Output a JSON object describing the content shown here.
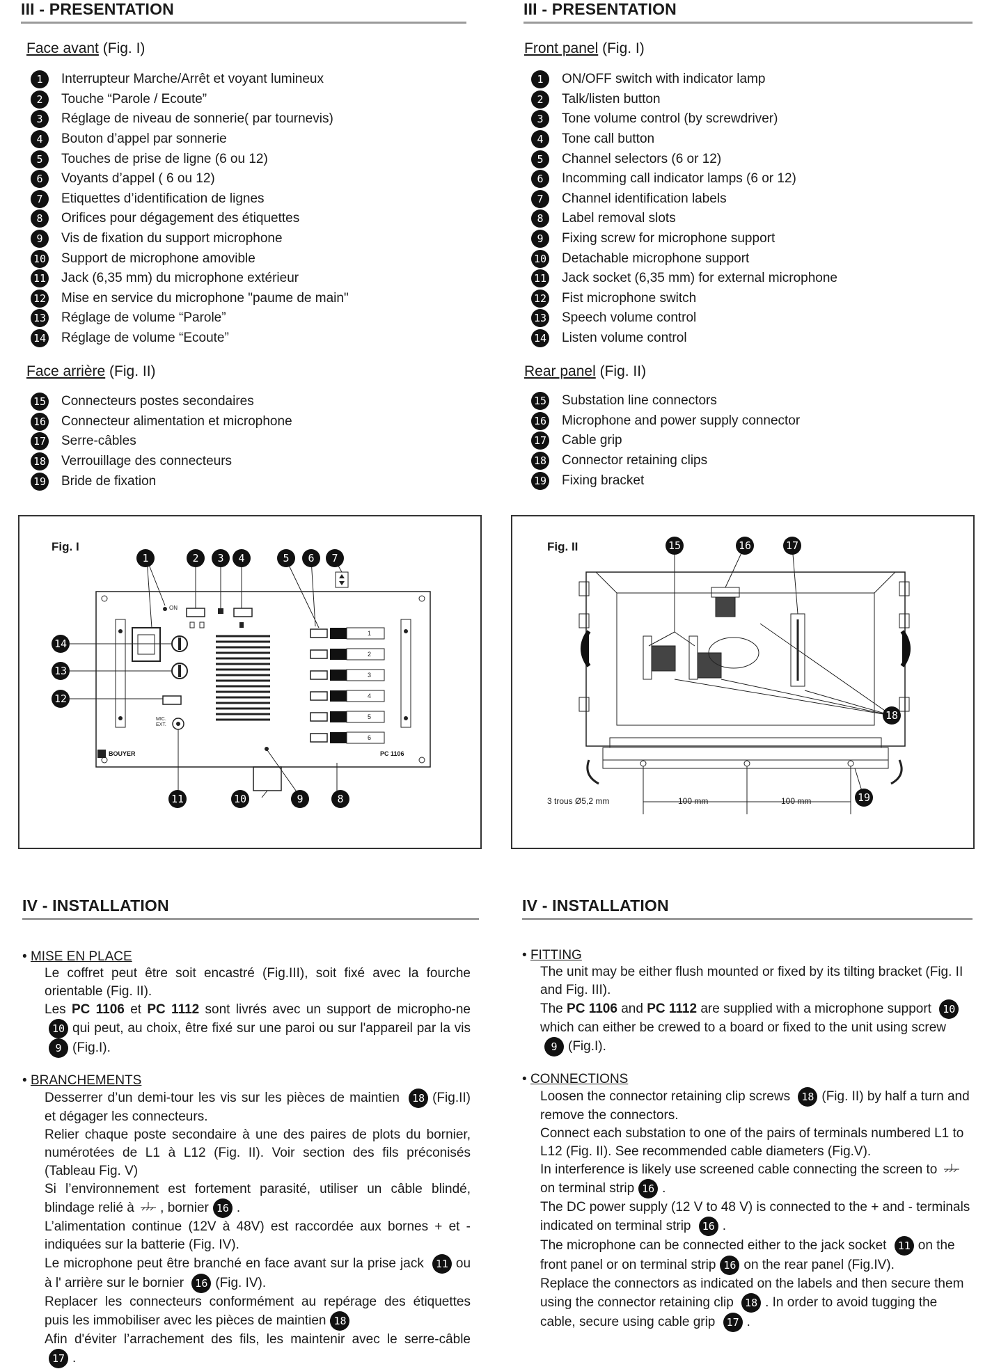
{
  "presentation": {
    "title_fr": "III - PRESENTATION",
    "title_en": "III - PRESENTATION",
    "front_fr": {
      "heading": "Face avant",
      "suffix": "(Fig. I)"
    },
    "front_en": {
      "heading": "Front panel",
      "suffix": "(Fig. I)"
    },
    "rear_fr": {
      "heading": "Face arrière",
      "suffix": "(Fig. II)"
    },
    "rear_en": {
      "heading": "Rear panel",
      "suffix": "(Fig. II)"
    },
    "front_items_fr": [
      "Interrupteur Marche/Arrêt et voyant lumineux",
      "Touche “Parole / Ecoute”",
      "Réglage de niveau de sonnerie( par tournevis)",
      "Bouton d’appel par sonnerie",
      "Touches de prise de ligne (6 ou 12)",
      " Voyants d’appel ( 6 ou 12)",
      "Etiquettes d’identification de lignes",
      "Orifices pour dégagement des étiquettes",
      "Vis de fixation du support microphone",
      "Support de microphone amovible",
      "Jack (6,35 mm) du microphone extérieur",
      "Mise en service du microphone  \"paume de main\"",
      "Réglage de volume “Parole”",
      "Réglage de volume “Ecoute”"
    ],
    "front_items_en": [
      "ON/OFF switch with indicator lamp",
      "Talk/listen button",
      "Tone volume control (by screwdriver)",
      "Tone call button",
      "Channel selectors (6 or 12)",
      "Incomming call indicator lamps (6 or 12)",
      "Channel identification labels",
      "Label removal slots",
      "Fixing screw for microphone support",
      "Detachable microphone support",
      "Jack socket (6,35 mm) for external microphone",
      "Fist microphone switch",
      "Speech volume control",
      "Listen volume control"
    ],
    "rear_items_fr": [
      "Connecteurs  postes secondaires",
      "Connecteur alimentation et microphone",
      "Serre-câbles",
      "Verrouillage des connecteurs",
      "Bride de fixation"
    ],
    "rear_items_en": [
      "Substation line connectors",
      "Microphone and power supply connector",
      "Cable grip",
      "Connector retaining clips",
      "Fixing bracket"
    ]
  },
  "figures": {
    "fig1": {
      "label": "Fig. I",
      "callouts": [
        "1",
        "2",
        "3",
        "4",
        "5",
        "6",
        "7",
        "8",
        "9",
        "10",
        "11",
        "12",
        "13",
        "14"
      ],
      "on_label": "ON",
      "line_numbers": [
        "1",
        "2",
        "3",
        "4",
        "5",
        "6"
      ],
      "mic_label_1": "MIC.",
      "mic_label_2": "EXT.",
      "brand": "BOUYER",
      "model": "PC 1106"
    },
    "fig2": {
      "label": "Fig. II",
      "callouts": [
        "15",
        "16",
        "17",
        "18",
        "19"
      ],
      "holes_label": "3 trous Ø5,2 mm",
      "dim1": "100 mm",
      "dim2": "100 mm"
    }
  },
  "installation": {
    "title_fr": "IV - INSTALLATION",
    "title_en": "IV - INSTALLATION",
    "fr": {
      "mise_title": "MISE EN PLACE",
      "mise_p1": "Le coffret peut être soit encastré (Fig.III), soit fixé avec la fourche orientable (Fig. II).",
      "mise_p2a": "Les",
      "mise_p2b": "PC 1106",
      "mise_p2c": "et",
      "mise_p2d": "PC 1112",
      "mise_p2e": "sont livrés avec un support de micropho-ne",
      "mise_n10": "10",
      "mise_p2f": "qui peut, au choix, être fixé sur une paroi ou sur l'appareil par la vis",
      "mise_n9": "9",
      "mise_p2g": "(Fig.I).",
      "branch_title": "BRANCHEMENTS",
      "b1a": "Desserrer d’un demi-tour les vis sur les pièces de maintien",
      "b1n": "18",
      "b1b": "(Fig.II) et dégager les connecteurs.",
      "b2": "Relier chaque poste secondaire à une des paires de plots du bornier, numérotées de L1 à L12 (Fig. II). Voir section des fils préconisés (Tableau Fig. V)",
      "b3a": "Si l’environnement est fortement parasité, utiliser un câble blindé, blindage relié à",
      "b3b": ", bornier",
      "b3n": "16",
      "b3c": ".",
      "b4": "L’alimentation continue (12V à 48V) est raccordée aux bornes + et - indiquées sur la batterie (Fig. IV).",
      "b5a": "Le microphone peut être branché en face avant sur la prise jack",
      "b5n1": "11",
      "b5b": "ou à l' arrière sur le bornier",
      "b5n2": "16",
      "b5c": "(Fig. IV).",
      "b6a": "Replacer les connecteurs conformément au repérage des étiquettes puis les immobiliser avec les pièces de maintien",
      "b6n": "18",
      "b7a": "Afin d'éviter l’arrachement des fils, les maintenir avec le serre-câble",
      "b7n": "17",
      "b7b": "."
    },
    "en": {
      "fit_title": "FITTING",
      "fit_p1": "The unit may be either flush mounted or fixed by its tilting bracket (Fig. II and Fig. III).",
      "fit_p2a": "The",
      "fit_p2b": "PC 1106",
      "fit_p2c": "and",
      "fit_p2d": "PC 1112",
      "fit_p2e": "are supplied with a microphone support",
      "fit_n10": "10",
      "fit_p2f": "which can either be crewed to a board or fixed to the unit using screw",
      "fit_n9": "9",
      "fit_p2g": "(Fig.I).",
      "conn_title": "CONNECTIONS",
      "c1a": "Loosen the connector retaining clip screws",
      "c1n": "18",
      "c1b": "(Fig. II) by half a turn and remove the connectors.",
      "c2": "Connect each substation to one of the pairs of terminals numbered L1 to L12 (Fig. II). See recommended cable diameters (Fig.V).",
      "c3a": "In interference is likely use screened cable connecting the screen to",
      "c3b": "on terminal strip",
      "c3n": "16",
      "c3c": ".",
      "c4a": "The DC power supply (12 V to 48 V) is connected to the  + and - terminals indicated on terminal strip",
      "c4n": "16",
      "c4b": ".",
      "c5a": "The microphone can be connected either to the jack socket",
      "c5n1": "11",
      "c5b": "on the front panel or on terminal strip",
      "c5n2": "16",
      "c5c": "on the rear panel (Fig.IV).",
      "c6a": "Replace the connectors as indicated on the labels and then secure them using the connector retaining clip",
      "c6n": "18",
      "c6b": ". In order to avoid tugging the cable, secure using cable grip",
      "c6n2": "17",
      "c6c": "."
    }
  }
}
